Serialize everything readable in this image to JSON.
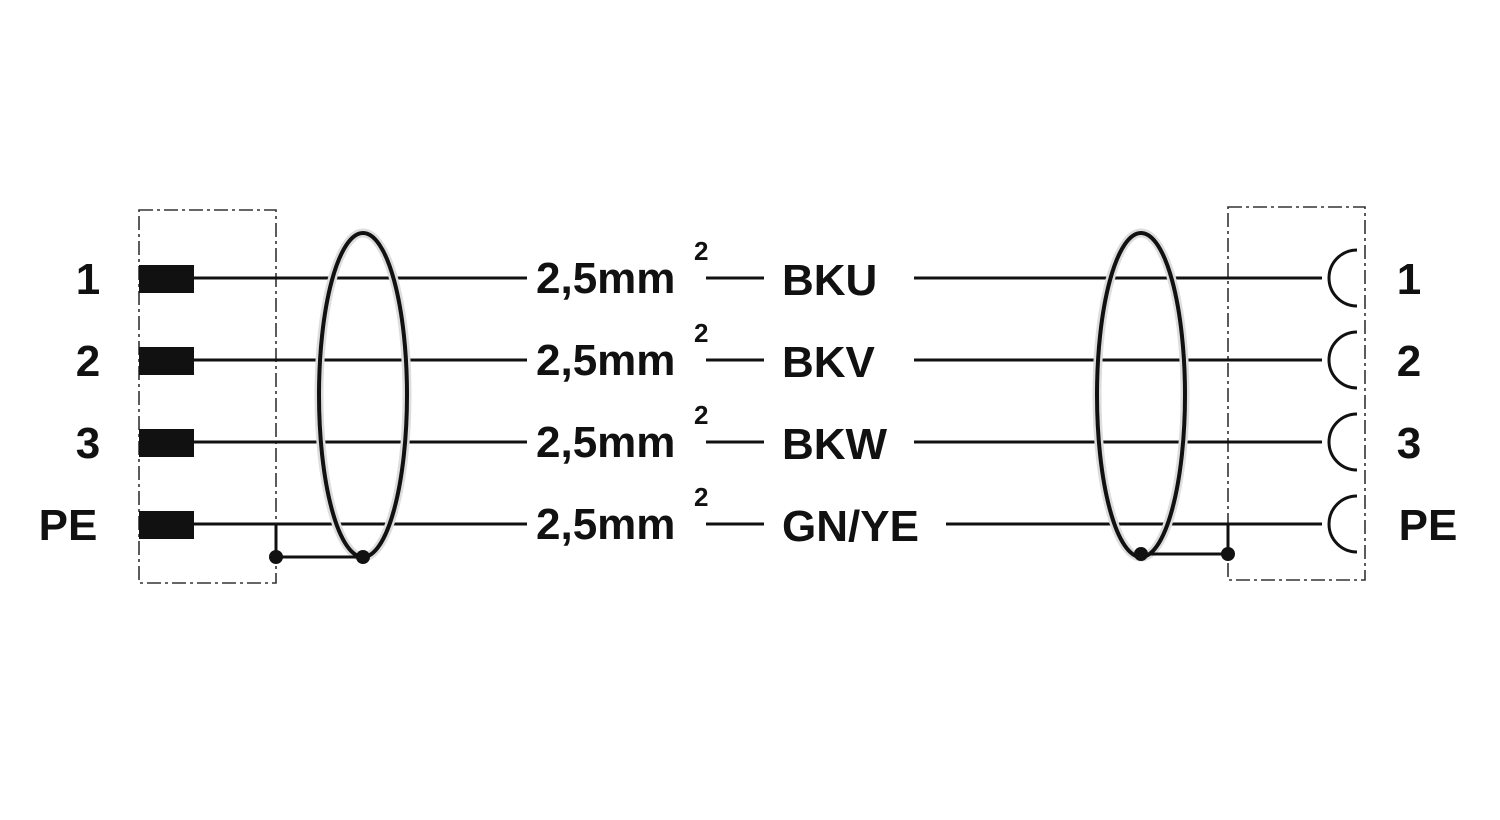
{
  "left_connector": {
    "pins": [
      {
        "label": "1"
      },
      {
        "label": "2"
      },
      {
        "label": "3"
      },
      {
        "label": "PE"
      }
    ]
  },
  "right_connector": {
    "pins": [
      {
        "label": "1"
      },
      {
        "label": "2"
      },
      {
        "label": "3"
      },
      {
        "label": "PE"
      }
    ]
  },
  "wires": [
    {
      "cross_section": "2,5mm",
      "cross_section_exponent": "2",
      "color_code": "BKU"
    },
    {
      "cross_section": "2,5mm",
      "cross_section_exponent": "2",
      "color_code": "BKV"
    },
    {
      "cross_section": "2,5mm",
      "cross_section_exponent": "2",
      "color_code": "BKW"
    },
    {
      "cross_section": "2,5mm",
      "cross_section_exponent": "2",
      "color_code": "GN/YE"
    }
  ],
  "colors": {
    "line": "#111111",
    "background": "#ffffff"
  }
}
